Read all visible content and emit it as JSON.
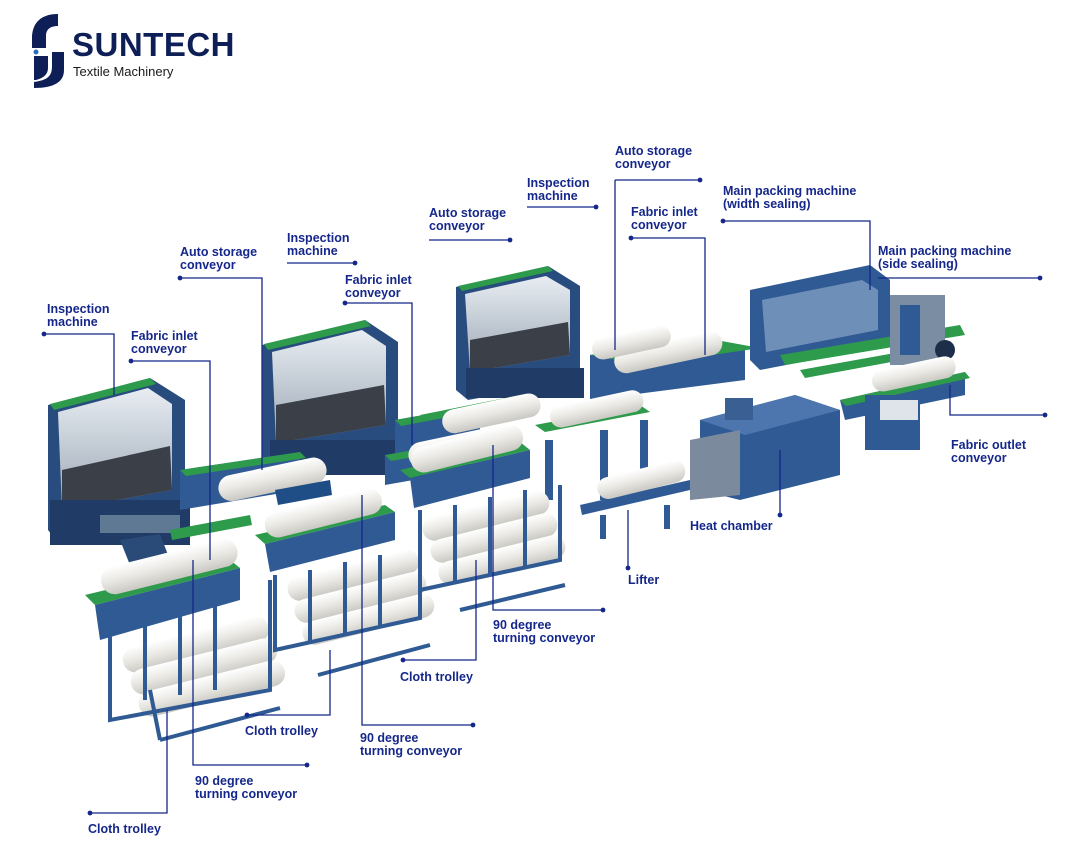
{
  "brand": {
    "name": "SUNTECH",
    "subtitle": "Textile Machinery"
  },
  "colors": {
    "label": "#15278a",
    "machine_blue": "#2f5a93",
    "machine_dark": "#1c355e",
    "belt_green": "#2e9a4c",
    "fabric": "#ecebe6"
  },
  "labels": {
    "insp1": "Inspection machine",
    "fabinlet1": "Fabric inlet conveyor",
    "autostore1": "Auto storage conveyor",
    "insp2": "Inspection machine",
    "fabinlet2": "Fabric inlet conveyor",
    "autostore2": "Auto storage conveyor",
    "insp3": "Inspection machine",
    "autostore3": "Auto storage conveyor",
    "fabinlet3": "Fabric inlet conveyor",
    "pack_width": "Main packing machine (width sealing)",
    "pack_side": "Main packing machine (side sealing)",
    "fabric_outlet": "Fabric outlet conveyor",
    "heat_chamber": "Heat chamber",
    "lifter": "Lifter",
    "turn3": "90 degree turning conveyor",
    "trolley3": "Cloth trolley",
    "turn2": "90 degree turning conveyor",
    "trolley2": "Cloth trolley",
    "turn1": "90 degree turning conveyor",
    "trolley1": "Cloth trolley"
  },
  "label_lines": {
    "insp1": [
      "Inspection",
      "machine"
    ],
    "fabinlet1": [
      "Fabric inlet",
      "conveyor"
    ],
    "autostore1": [
      "Auto storage",
      "conveyor"
    ],
    "insp2": [
      "Inspection",
      "machine"
    ],
    "fabinlet2": [
      "Fabric inlet",
      "conveyor"
    ],
    "autostore2": [
      "Auto storage",
      "conveyor"
    ],
    "insp3": [
      "Inspection",
      "machine"
    ],
    "autostore3": [
      "Auto storage",
      "conveyor"
    ],
    "fabinlet3": [
      "Fabric inlet",
      "conveyor"
    ],
    "pack_width": [
      "Main packing machine",
      "(width sealing)"
    ],
    "pack_side": [
      "Main packing machine",
      "(side sealing)"
    ],
    "fabric_outlet": [
      "Fabric outlet",
      "conveyor"
    ],
    "heat_chamber": [
      "Heat chamber"
    ],
    "lifter": [
      "Lifter"
    ],
    "turn3": [
      "90 degree",
      "turning conveyor"
    ],
    "trolley3": [
      "Cloth trolley"
    ],
    "turn2": [
      "90 degree",
      "turning conveyor"
    ],
    "trolley2": [
      "Cloth trolley"
    ],
    "turn1": [
      "90 degree",
      "turning conveyor"
    ],
    "trolley1": [
      "Cloth trolley"
    ]
  }
}
